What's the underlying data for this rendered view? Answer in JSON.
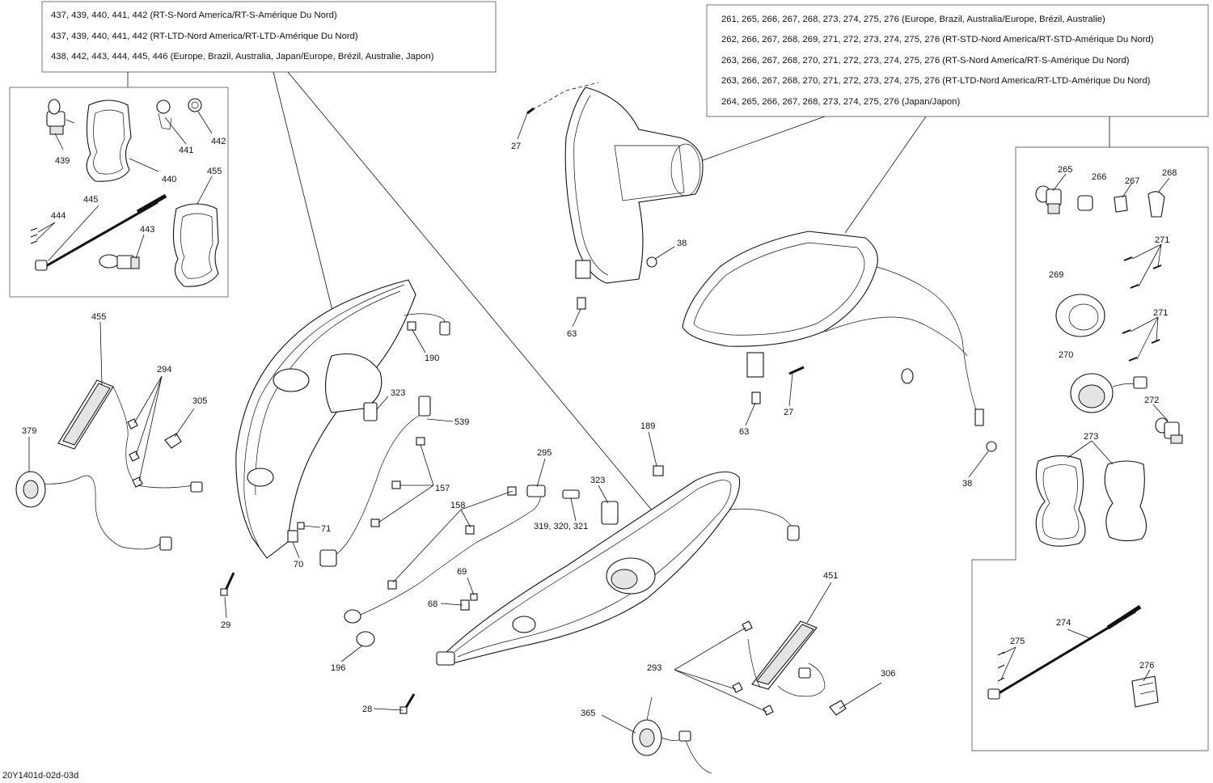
{
  "notes": {
    "left_1": "437, 439, 440, 441, 442 (RT-S-Nord America/RT-S-Amérique Du Nord)",
    "left_2": "437, 439, 440, 441, 442 (RT-LTD-Nord America/RT-LTD-Amérique Du Nord)",
    "left_3": "438, 442, 443, 444, 445, 446 (Europe, Brazil, Australia, Japan/Europe, Brézil, Australie, Japon)",
    "right_1": "261, 265, 266, 267, 268, 273, 274, 275, 276 (Europe, Brazil, Australia/Europe, Brézil, Australie)",
    "right_2": "262, 266, 267, 268, 269, 271, 272, 273, 274, 275, 276 (RT-STD-Nord America/RT-STD-Amérique Du Nord)",
    "right_3": "263, 266, 267, 268, 270, 271, 272, 273, 274, 275, 276 (RT-S-Nord America/RT-S-Amérique Du Nord)",
    "right_4": "263, 266, 267, 268, 270, 271, 272, 273, 274, 275, 276 (RT-LTD-Nord America/RT-LTD-Amérique Du Nord)",
    "right_5": "264, 265, 266, 267, 268, 273, 274, 275, 276 (Japan/Japon)"
  },
  "callouts": {
    "c439": "439",
    "c441": "441",
    "c442": "442",
    "c440": "440",
    "c455a": "455",
    "c445": "445",
    "c444": "444",
    "c443": "443",
    "c455b": "455",
    "c294": "294",
    "c305": "305",
    "c379": "379",
    "c190": "190",
    "c323a": "323",
    "c539": "539",
    "c157": "157",
    "c71": "71",
    "c70": "70",
    "c29": "29",
    "c158": "158",
    "c295": "295",
    "c319": "319, 320, 321",
    "c323b": "323",
    "c189": "189",
    "c69": "69",
    "c68": "68",
    "c196": "196",
    "c28": "28",
    "c451": "451",
    "c293": "293",
    "c306": "306",
    "c365": "365",
    "c27a": "27",
    "c38a": "38",
    "c63a": "63",
    "c63b": "63",
    "c27b": "27",
    "c38b": "38",
    "c265": "265",
    "c266": "266",
    "c267": "267",
    "c268": "268",
    "c271a": "271",
    "c269": "269",
    "c271b": "271",
    "c270": "270",
    "c272": "272",
    "c273": "273",
    "c274": "274",
    "c275": "275",
    "c276": "276"
  },
  "figure_id": "20Y1401d-02d-03d"
}
